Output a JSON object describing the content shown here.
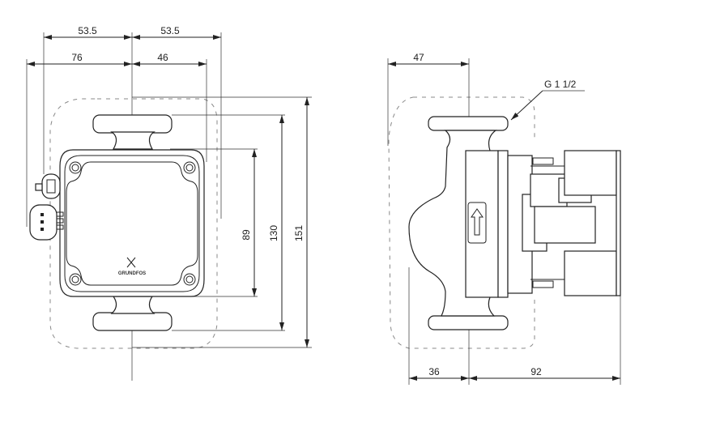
{
  "front_view": {
    "dimensions": {
      "left_connector_width": "53.5",
      "right_connector_width": "53.5",
      "left_overall_width": "76",
      "right_body_width": "46",
      "body_height": "89",
      "port_to_port_length": "130",
      "overall_height": "151"
    },
    "brand": "GRUNDFOS"
  },
  "side_view": {
    "dimensions": {
      "top_offset": "47",
      "pipe_side_depth": "36",
      "motor_side_depth": "92"
    },
    "thread_label": "G 1 1/2"
  },
  "colors": {
    "line": "#222222",
    "dashed": "#888888",
    "background": "#ffffff"
  }
}
